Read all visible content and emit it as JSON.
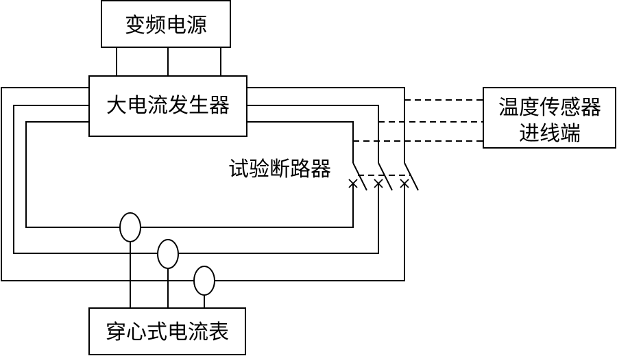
{
  "labels": {
    "vfd": "变频电源",
    "generator": "大电流发生器",
    "temp_sensor_line1": "温度传感器",
    "temp_sensor_line2": "进线端",
    "breaker": "试验断路器",
    "ammeter": "穿心式电流表"
  }
}
